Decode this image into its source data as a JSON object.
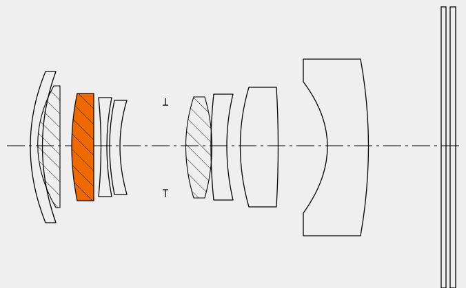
{
  "diagram": {
    "type": "lens-construction-cross-section",
    "colors": {
      "background": "#efefef",
      "stroke": "#000000",
      "ed_element": "#ee6a00"
    },
    "elements": [
      {
        "id": "g1-front-meniscus",
        "style": "plain"
      },
      {
        "id": "g1-aspherical",
        "style": "hatched"
      },
      {
        "id": "g2-ed",
        "style": "filled"
      },
      {
        "id": "g3-doublet-a",
        "style": "plain"
      },
      {
        "id": "g3-doublet-b",
        "style": "plain"
      },
      {
        "id": "aperture-stop",
        "style": "stop"
      },
      {
        "id": "g4-aspherical",
        "style": "hatched"
      },
      {
        "id": "g5-meniscus",
        "style": "plain"
      },
      {
        "id": "g6-meniscus",
        "style": "plain"
      },
      {
        "id": "g7-rear",
        "style": "plain"
      },
      {
        "id": "sensor-cover-glass",
        "style": "plain"
      }
    ]
  }
}
